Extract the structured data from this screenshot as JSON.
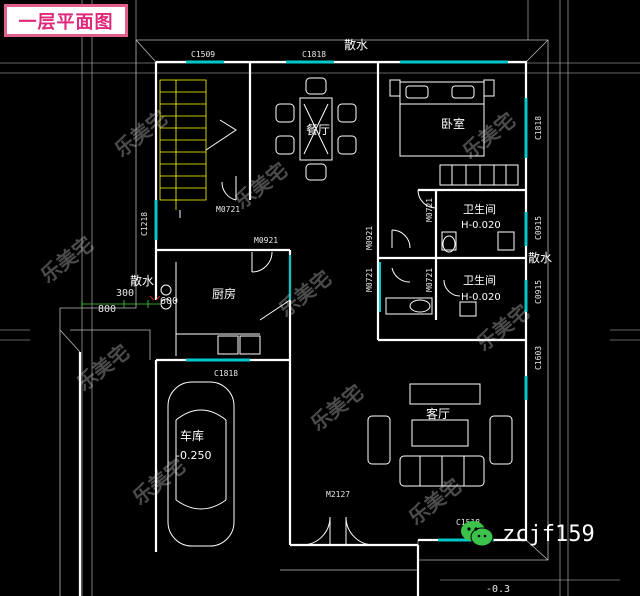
{
  "title": "一层平面图",
  "watermark": "乐美宅",
  "contact": "zcjf159",
  "colors": {
    "wall": "#ffffff",
    "line": "#cfcfcf",
    "yellow": "#ffff00",
    "cyan": "#00c8c8",
    "green": "#3cd63c",
    "red": "#ff3030",
    "accent": "#e0287a"
  },
  "labels": {
    "dining": "餐厅",
    "bedroom": "卧室",
    "bath1": "卫生间",
    "bath1_level": "H-0.020",
    "bath2": "卫生间",
    "bath2_level": "H-0.020",
    "kitchen": "厨房",
    "garage": "车库",
    "garage_level": "-0.250",
    "living": "客厅",
    "sanshui_top": "散水",
    "sanshui_left": "散水",
    "sanshui_right": "散水",
    "w_c1509": "C1509",
    "w_c1818_top": "C1818",
    "w_c1818_right": "C1818",
    "w_c1818_mid": "C1818",
    "w_c1218": "C1218",
    "w_c0915_a": "C0915",
    "w_c0915_b": "C0915",
    "w_c1518": "C1518",
    "w_c1603": "C1603",
    "d_m0721_a": "M0721",
    "d_m0921_a": "M0921",
    "d_m0921_b": "M0921",
    "d_m0721_b": "M0721",
    "d_m0721_c": "M0721",
    "d_m0721_d": "M0721",
    "d_m2127": "M2127",
    "dim_800": "800",
    "dim_300": "300",
    "dim_600": "600",
    "lvl_bottom": "-0.3"
  }
}
